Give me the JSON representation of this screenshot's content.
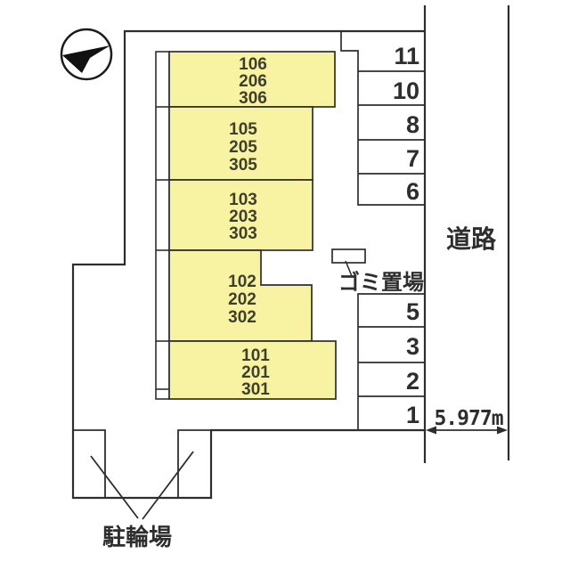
{
  "site_plan": {
    "labels": {
      "road": "道路",
      "dimension": "5.977m",
      "garbage": "ゴミ置場",
      "bicycle_parking": "駐輪場"
    },
    "building_units": [
      {
        "lines": [
          "106",
          "206",
          "306"
        ]
      },
      {
        "lines": [
          "105",
          "205",
          "305"
        ]
      },
      {
        "lines": [
          "103",
          "203",
          "303"
        ]
      },
      {
        "lines": [
          "102",
          "202",
          "302"
        ]
      },
      {
        "lines": [
          "101",
          "201",
          "301"
        ]
      }
    ],
    "parking_spaces_right_top": [
      "11",
      "10",
      "8",
      "7",
      "6"
    ],
    "parking_spaces_right_bottom": [
      "5",
      "3",
      "2",
      "1"
    ],
    "colors": {
      "unit_fill": "#f7f3a2",
      "outline": "#2e2e2e",
      "text": "#333333"
    }
  }
}
